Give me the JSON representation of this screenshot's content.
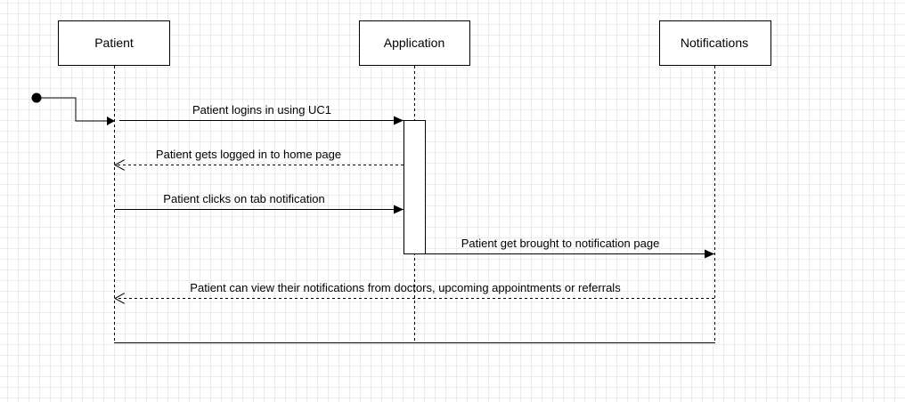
{
  "colors": {
    "stroke": "#000000",
    "fill": "#ffffff",
    "grid": "#ebebeb"
  },
  "participants": [
    {
      "id": "patient",
      "label": "Patient"
    },
    {
      "id": "application",
      "label": "Application"
    },
    {
      "id": "notifications",
      "label": "Notifications"
    }
  ],
  "messages": [
    {
      "id": "m1",
      "label": "Patient logins in using UC1",
      "style": "solid"
    },
    {
      "id": "m2",
      "label": "Patient gets logged in to home page",
      "style": "dashed"
    },
    {
      "id": "m3",
      "label": "Patient clicks on tab notification",
      "style": "solid"
    },
    {
      "id": "m4",
      "label": "Patient get brought to notification page",
      "style": "solid"
    },
    {
      "id": "m5",
      "label": "Patient can view their notifications from doctors, upcoming appointments or referrals",
      "style": "dashed"
    }
  ]
}
